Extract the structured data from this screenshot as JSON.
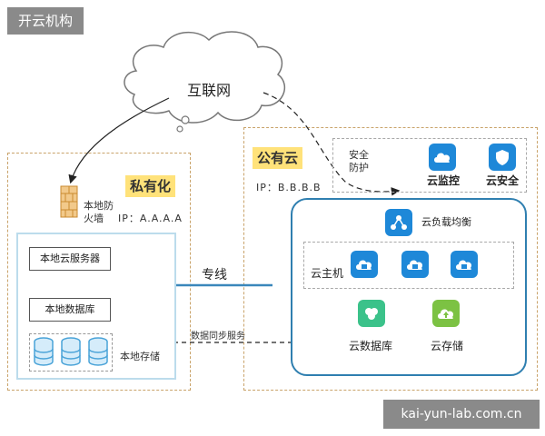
{
  "corner_tag": "开云机构",
  "watermark": "kai-yun-lab.com.cn",
  "internet": {
    "label": "互联网"
  },
  "private_cloud": {
    "title": "私有化",
    "firewall_label": [
      "本地防",
      "火墙"
    ],
    "ip": "IP：A.A.A.A",
    "local_server": "本地云服务器",
    "local_db": "本地数据库",
    "local_storage": "本地存储"
  },
  "public_cloud": {
    "title": "公有云",
    "ip": "IP：B.B.B.B",
    "security_label": [
      "安全",
      "防护"
    ],
    "monitor": "云监控",
    "security": "云安全",
    "load_balancer": "云负载均衡",
    "host": "云主机",
    "database": "云数据库",
    "storage": "云存储"
  },
  "dedicated_line": "专线",
  "sync_label": "数据同步服务",
  "colors": {
    "accent_blue": "#2f7fb0",
    "icon_blue": "#1e88d8",
    "db_green": "#3bc28a",
    "storage_green": "#7cc243",
    "label_yellow": "#ffe27a",
    "tag_gray": "#8a8a8a"
  }
}
